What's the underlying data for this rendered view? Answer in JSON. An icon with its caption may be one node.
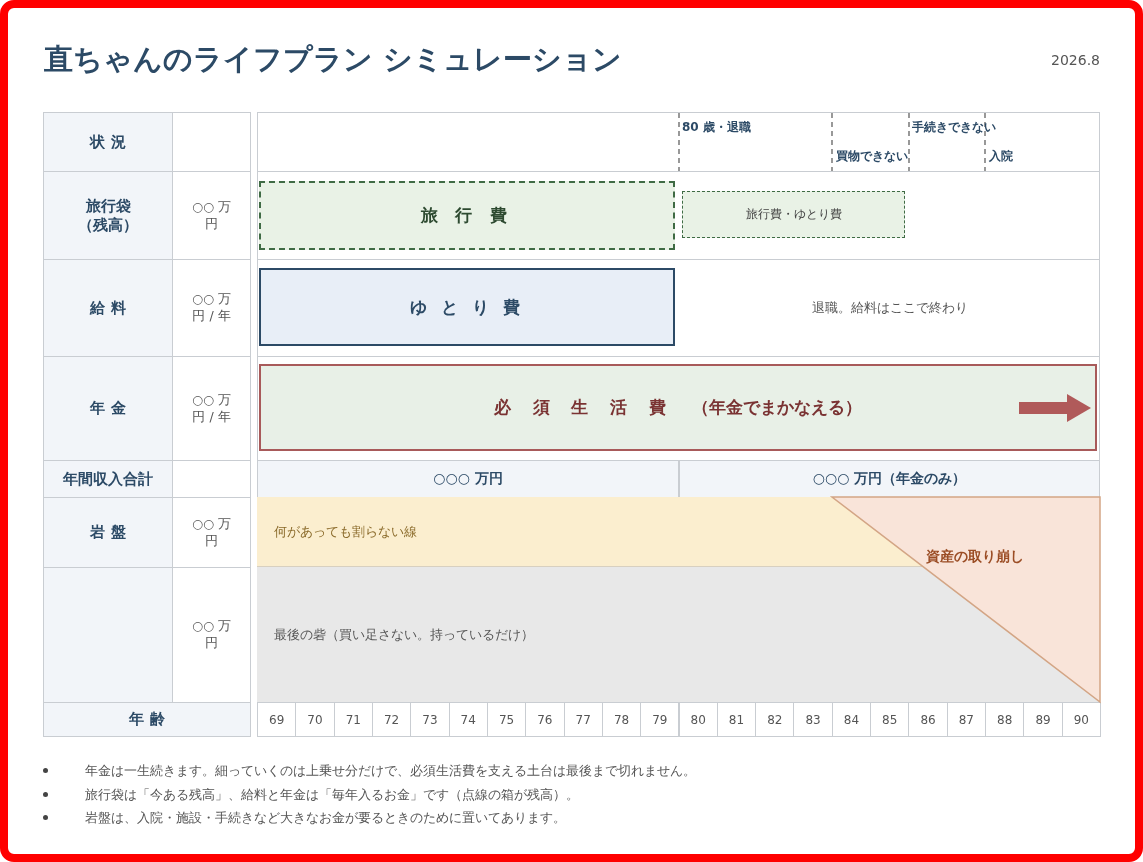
{
  "diagram": {
    "title": "直ちゃんのライフプラン シミュレーション",
    "nodes": [
      {
        "text": [
          "旅 行 費"
        ]
      },
      {
        "text": [
          "旅行費・ゆとり費"
        ]
      },
      {
        "text": [
          "ゆ と り 費"
        ]
      },
      {
        "text": [
          "必 須 生 活 費",
          "（年金でまかなえる）"
        ]
      },
      {
        "text": [
          "何があっても割らない線"
        ]
      },
      {
        "text": [
          "最後の砦（買い足さない。持っているだけ）"
        ]
      },
      {
        "text": [
          "資産の取り崩し"
        ]
      }
    ],
    "labels": [
      "2026.8",
      "状 況",
      "80 歳・退職",
      "手続きできない",
      "買物できない",
      "入院",
      "旅行袋（残高）",
      "○○ 万円",
      "給 料",
      "○○ 万円 / 年",
      "退職。給料はここで終わり",
      "年 金",
      "○○ 万円 / 年",
      "年間収入合計",
      "○○○ 万円",
      "○○○ 万円（年金のみ）",
      "岩 盤",
      "○○ 万円",
      "○○ 万円",
      "年 齢",
      "69",
      "70",
      "71",
      "72",
      "73",
      "74",
      "75",
      "76",
      "77",
      "78",
      "79",
      "80",
      "81",
      "82",
      "83",
      "84",
      "85",
      "86",
      "87",
      "88",
      "89",
      "90",
      "年金は一生続きます。細っていくのは上乗せ分だけで、必須生活費を支える土台は最後まで切れません。",
      "旅行袋は「今ある残高」、給料と年金は「毎年入るお金」です（点線の箱が残高）。",
      "岩盤は、入院・施設・手続きなど大きなお金が要るときのために置いてあります。"
    ]
  }
}
